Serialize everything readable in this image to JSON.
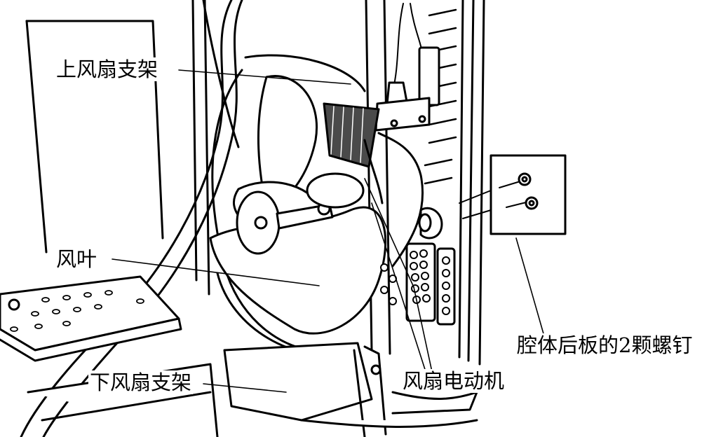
{
  "labels": {
    "upper_bracket": "上风扇支架",
    "fan_blade": "风叶",
    "lower_bracket": "下风扇支架",
    "fan_motor": "风扇电动机",
    "screws": "腔体后板的2颗螺钉"
  },
  "colors": {
    "line": "#000000",
    "background": "#ffffff",
    "coil": "#4a4a4a"
  }
}
